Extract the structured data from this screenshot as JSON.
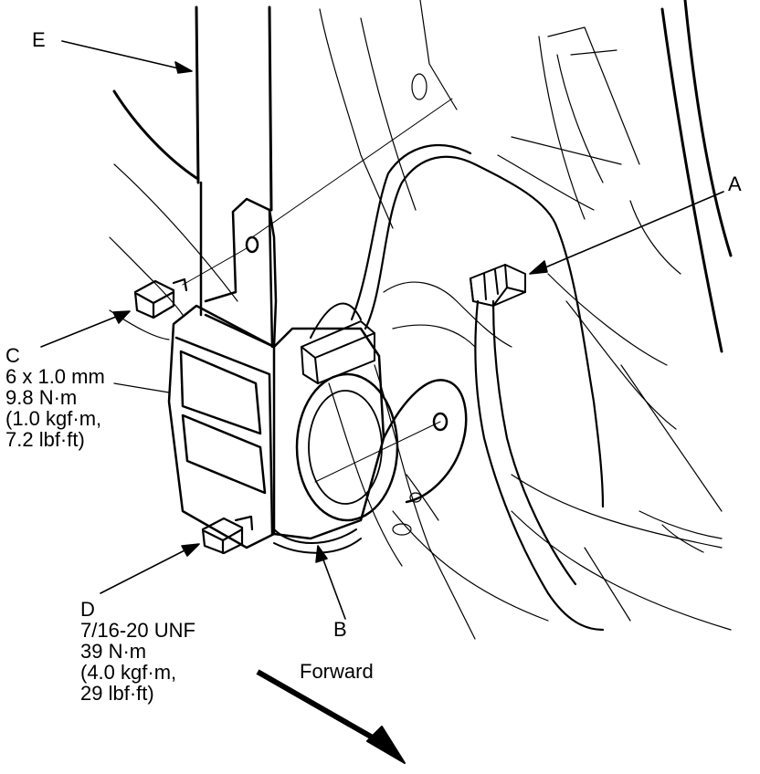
{
  "callouts": {
    "a": {
      "letter": "A"
    },
    "b": {
      "letter": "B"
    },
    "c": {
      "letter": "C",
      "specs": [
        "6 x 1.0 mm",
        "9.8 N·m",
        "(1.0 kgf·m,",
        "7.2 lbf·ft)"
      ]
    },
    "d": {
      "letter": "D",
      "specs": [
        "7/16-20 UNF",
        "39 N·m",
        "(4.0 kgf·m,",
        "29 lbf·ft)"
      ]
    },
    "e": {
      "letter": "E"
    }
  },
  "direction_label": "Forward",
  "colors": {
    "ink": "#000000",
    "paper": "#ffffff"
  }
}
